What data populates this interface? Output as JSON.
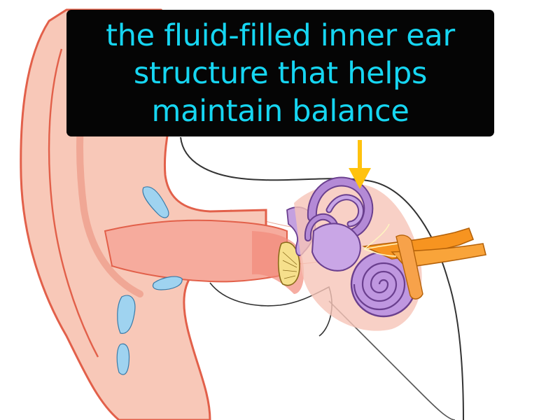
{
  "caption": {
    "lines": [
      "the fluid-filled inner ear",
      "structure that helps",
      "maintain balance"
    ],
    "text_color": "#16d6f2",
    "background": "#050505"
  },
  "illustration": {
    "subject": "human ear cross-section",
    "highlight": "semicircular-canals",
    "pointer_color": "#ffc20e",
    "colors": {
      "skin_outline": "#e2604a",
      "skin_fill": "#f7b8a6",
      "canal_pink": "#f3a296",
      "cartilage_blue": "#9fd3f0",
      "inner_ear_purple": "#b48ad6",
      "inner_ear_outline": "#6a3f8e",
      "nerve_orange": "#f79420",
      "eardrum_yellow": "#f6e08c"
    }
  }
}
